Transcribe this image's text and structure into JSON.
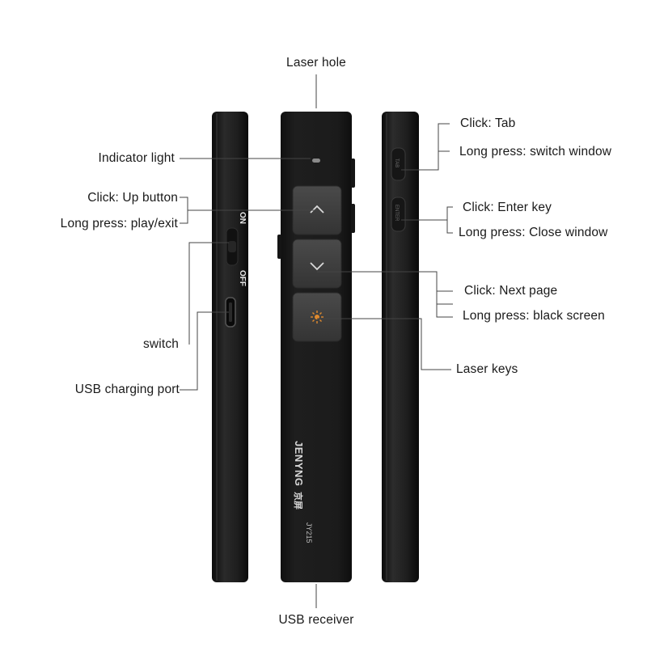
{
  "labels": {
    "laser_hole": "Laser hole",
    "indicator_light": "Indicator light",
    "click_up": "Click: Up button",
    "long_press_play": "Long press: play/exit",
    "switch": "switch",
    "usb_charging_port": "USB charging port",
    "usb_receiver": "USB receiver",
    "click_tab": "Click: Tab",
    "long_press_switch_window": "Long press: switch window",
    "click_enter": "Click: Enter key",
    "long_press_close_window": "Long press: Close window",
    "click_next_page": "Click: Next page",
    "long_press_black_screen": "Long press: black screen",
    "laser_keys": "Laser keys"
  },
  "device": {
    "brand": "JENYNG",
    "brand_cn": "京屏",
    "model": "JY215",
    "switch_on": "ON",
    "switch_off": "OFF",
    "side_button_1": "TAB",
    "side_button_2": "ENTER"
  },
  "colors": {
    "body": "#1b1b1b",
    "button": "#3d3d3d",
    "laser_icon": "#e08a2e",
    "leader_line": "#444444",
    "text": "#1a1a1a"
  }
}
